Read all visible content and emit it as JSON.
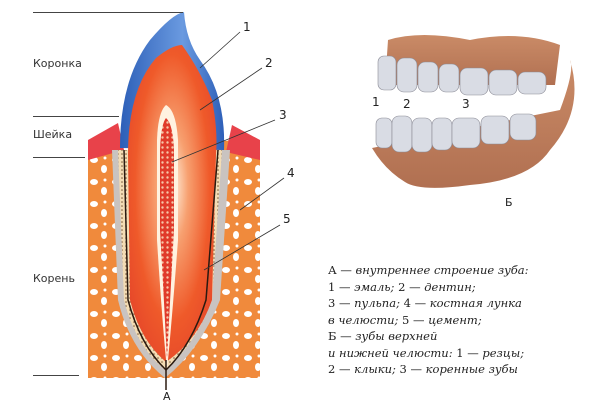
{
  "figure_a": {
    "label": "А",
    "zones": [
      {
        "id": "crown",
        "label": "Коронка"
      },
      {
        "id": "neck",
        "label": "Шейка"
      },
      {
        "id": "root",
        "label": "Корень"
      }
    ],
    "callouts": [
      "1",
      "2",
      "3",
      "4",
      "5"
    ]
  },
  "figure_b": {
    "label": "Б",
    "callouts": [
      "1",
      "2",
      "3"
    ]
  },
  "caption": {
    "line1_a": "А —",
    "line1_b": "внутреннее строение зуба:",
    "line2_n1": "1 —",
    "line2_t1": "эмаль;",
    "line2_n2": "2 —",
    "line2_t2": "дентин;",
    "line3_n1": "3 —",
    "line3_t1": "пульпа;",
    "line3_n2": "4 —",
    "line3_t2": "костная лунка",
    "line4_t1": "в челюсти;",
    "line4_n1": "5 —",
    "line4_t2": "цемент;",
    "line5_a": "Б —",
    "line5_b": "зубы верхней",
    "line6_t1": "и нижней челюсти:",
    "line6_n1": "1 —",
    "line6_t2": "резцы;",
    "line7_n1": "2 —",
    "line7_t1": "клыки;",
    "line7_n2": "3 —",
    "line7_t2": "коренные зубы"
  },
  "colors": {
    "enamel": "#3a6fc4",
    "dentin": "#ef5a2a",
    "pulp": "#d63a2a",
    "bone": "#f08a3c",
    "gum": "#e8424a",
    "cement": "#b8b2b0",
    "jaw": "#b8704a",
    "teeth": "#d9dce4"
  }
}
